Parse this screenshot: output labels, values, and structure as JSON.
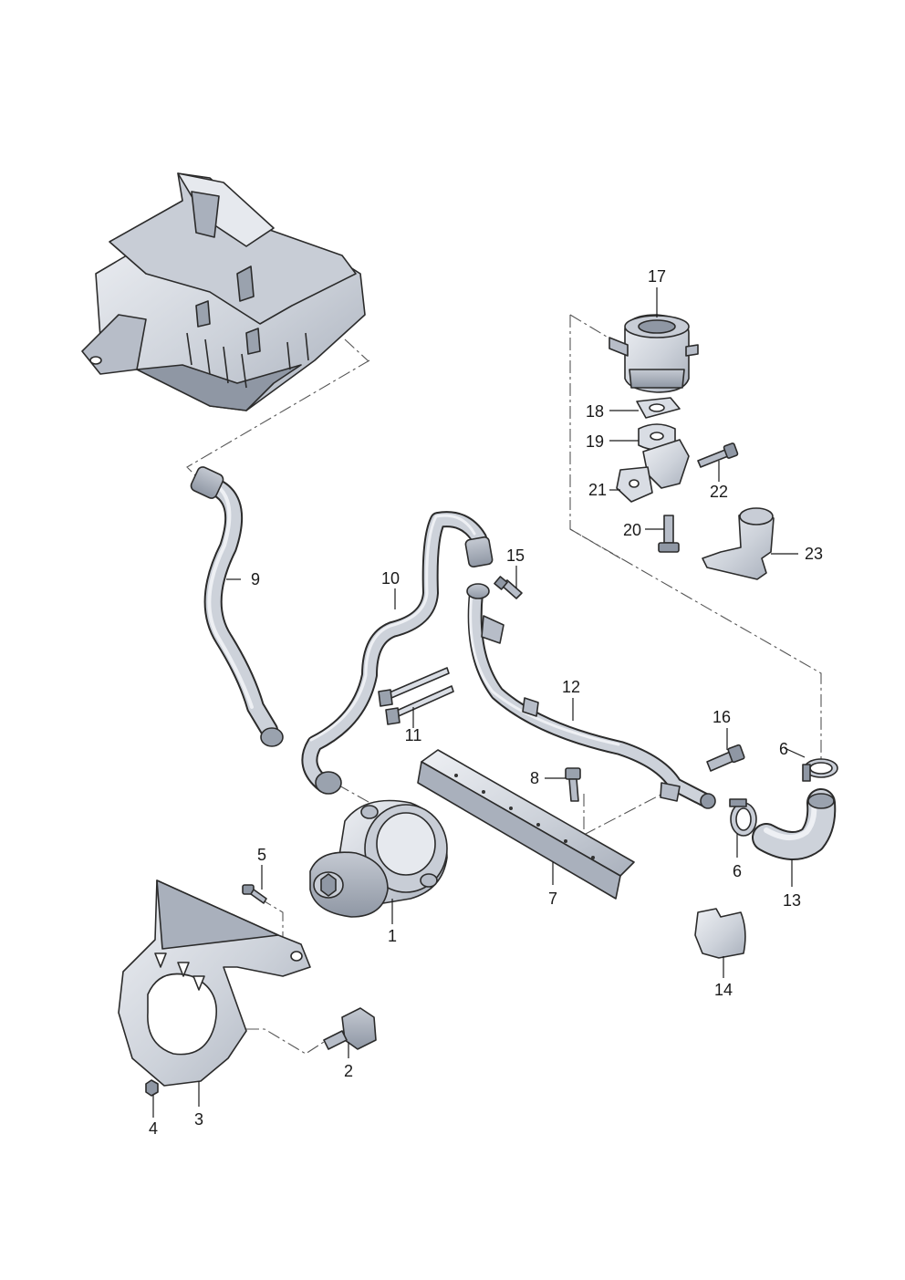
{
  "diagram": {
    "callouts": [
      "1",
      "2",
      "3",
      "4",
      "5",
      "6",
      "6",
      "7",
      "8",
      "9",
      "10",
      "11",
      "12",
      "13",
      "14",
      "15",
      "16",
      "17",
      "18",
      "19",
      "20",
      "21",
      "22",
      "23"
    ]
  },
  "colors": {
    "part_fill": "#d9dde4",
    "part_shade": "#b7bdc8",
    "line": "#2b2b2b",
    "background": "#ffffff"
  }
}
